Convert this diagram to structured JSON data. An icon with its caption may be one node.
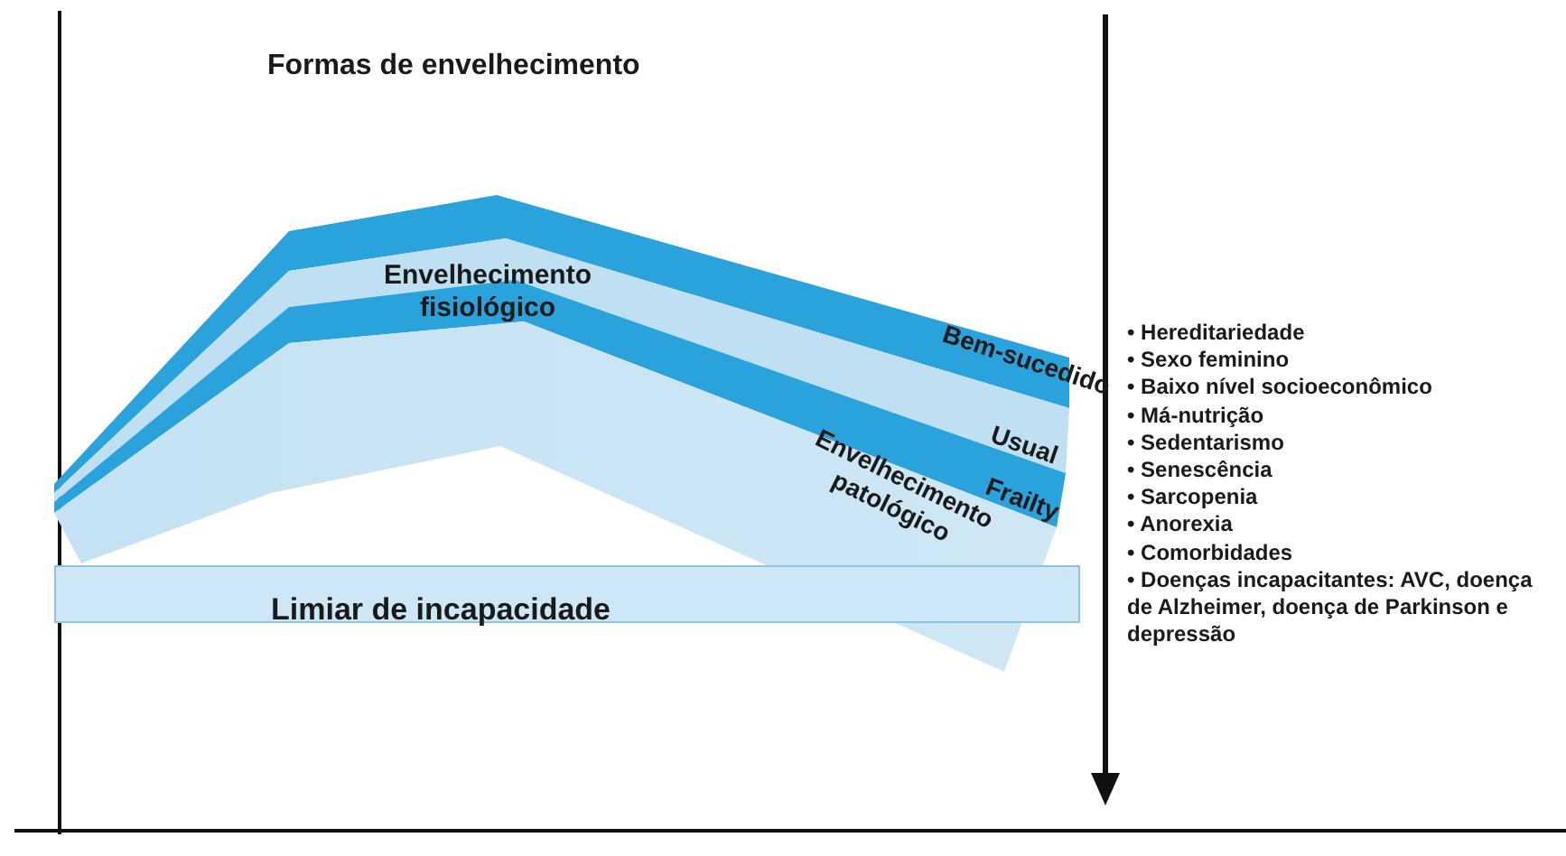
{
  "diagram": {
    "title": "Formas de envelhecimento",
    "nodes": [
      {
        "text": [
          "Bem-sucedido"
        ]
      },
      {
        "text": [
          "Usual"
        ]
      },
      {
        "text": [
          "Frailty"
        ]
      },
      {
        "text": [
          "Envelhecimento patológico"
        ]
      },
      {
        "text": [
          "Limiar de incapacidade"
        ]
      }
    ],
    "labels": [
      "Envelhecimento fisiológico",
      "• Hereditariedade",
      "• Sexo feminino",
      "• Baixo nível socioeconômico",
      "• Má-nutrição",
      "• Sedentarismo",
      "• Senescência",
      "• Sarcopenia",
      "• Anorexia",
      "• Comorbidades",
      "• Doenças incapacitantes: AVC, doença de Alzheimer, doença de Parkinson e depressão"
    ]
  }
}
